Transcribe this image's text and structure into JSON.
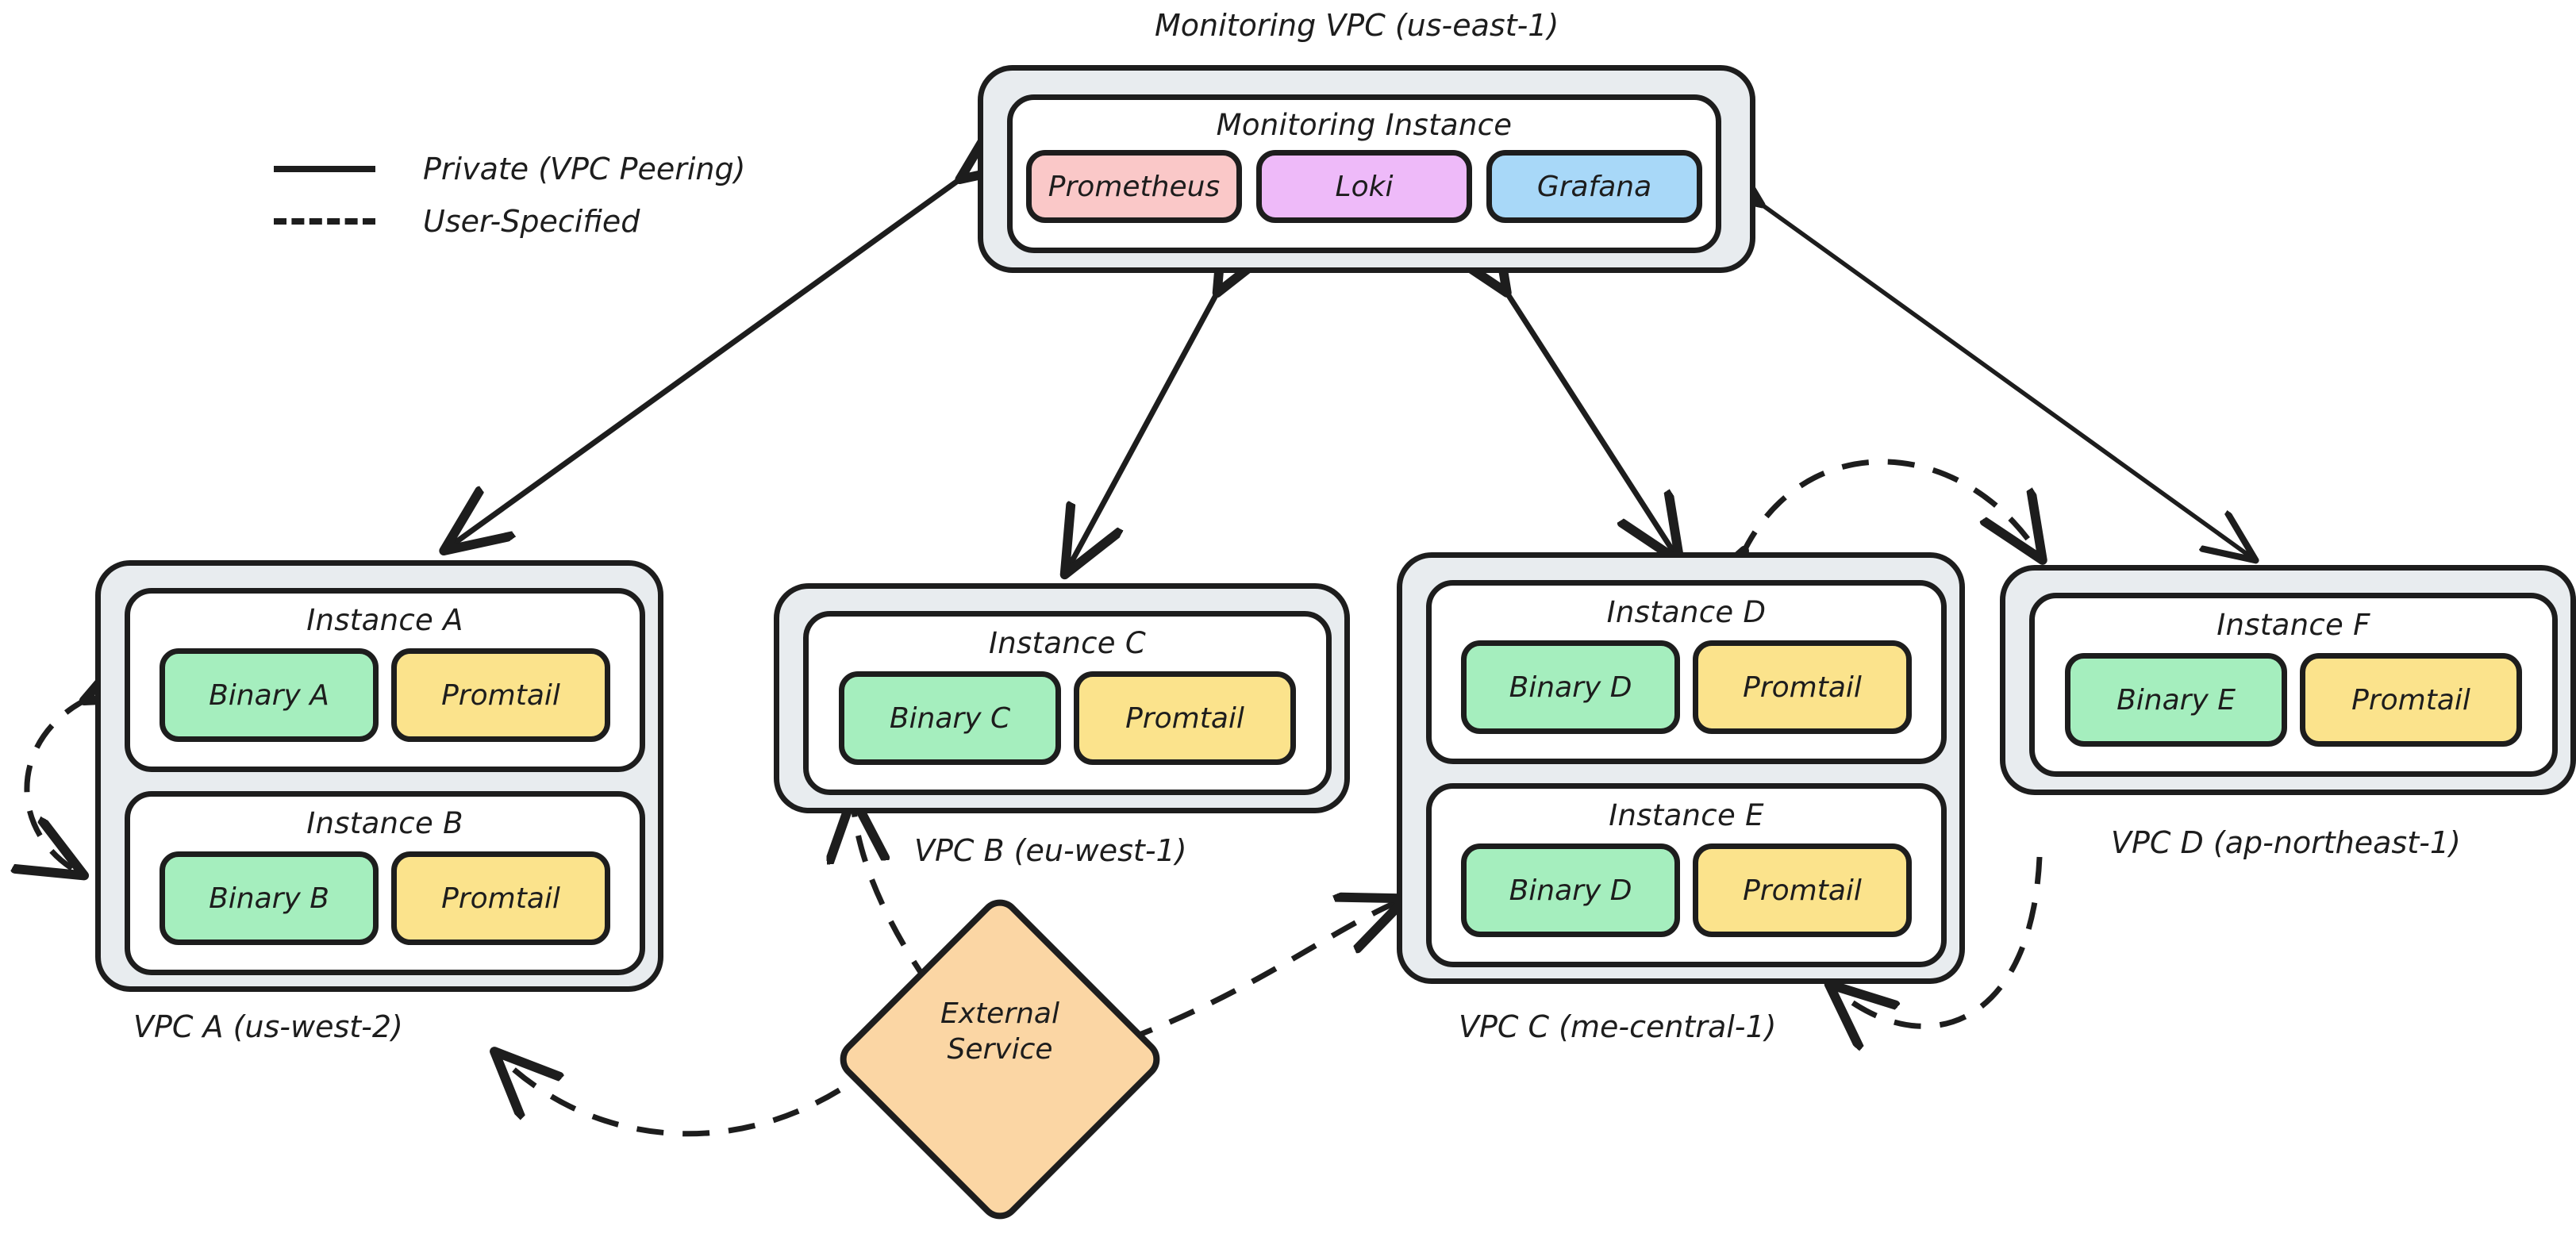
{
  "legend": {
    "items": [
      {
        "style": "solid",
        "label": "Private (VPC Peering)"
      },
      {
        "style": "dashed",
        "label": "User-Specified"
      }
    ]
  },
  "monitoring": {
    "vpc_label": "Monitoring VPC (us-east-1)",
    "instance_title": "Monitoring Instance",
    "services": [
      {
        "name": "Prometheus",
        "color": "#fac8c8"
      },
      {
        "name": "Loki",
        "color": "#eebaf9"
      },
      {
        "name": "Grafana",
        "color": "#a8d8f8"
      }
    ]
  },
  "vpcs": [
    {
      "id": "vpc-a",
      "label": "VPC A (us-west-2)",
      "instances": [
        {
          "title": "Instance A",
          "services": [
            {
              "name": "Binary A",
              "color": "#a5eebe"
            },
            {
              "name": "Promtail",
              "color": "#fbe38c"
            }
          ]
        },
        {
          "title": "Instance B",
          "services": [
            {
              "name": "Binary B",
              "color": "#a5eebe"
            },
            {
              "name": "Promtail",
              "color": "#fbe38c"
            }
          ]
        }
      ]
    },
    {
      "id": "vpc-b",
      "label": "VPC B (eu-west-1)",
      "instances": [
        {
          "title": "Instance C",
          "services": [
            {
              "name": "Binary C",
              "color": "#a5eebe"
            },
            {
              "name": "Promtail",
              "color": "#fbe38c"
            }
          ]
        }
      ]
    },
    {
      "id": "vpc-c",
      "label": "VPC C (me-central-1)",
      "instances": [
        {
          "title": "Instance D",
          "services": [
            {
              "name": "Binary D",
              "color": "#a5eebe"
            },
            {
              "name": "Promtail",
              "color": "#fbe38c"
            }
          ]
        },
        {
          "title": "Instance E",
          "services": [
            {
              "name": "Binary D",
              "color": "#a5eebe"
            },
            {
              "name": "Promtail",
              "color": "#fbe38c"
            }
          ]
        }
      ]
    },
    {
      "id": "vpc-d",
      "label": "VPC D (ap-northeast-1)",
      "instances": [
        {
          "title": "Instance F",
          "services": [
            {
              "name": "Binary E",
              "color": "#a5eebe"
            },
            {
              "name": "Promtail",
              "color": "#fbe38c"
            }
          ]
        }
      ]
    }
  ],
  "external": {
    "label_line1": "External",
    "label_line2": "Service",
    "color": "#fbd6a4"
  },
  "colors": {
    "stroke": "#1d1d1d",
    "vpc_fill": "#e8ecef",
    "instance_fill": "#ffffff",
    "binary": "#a5eebe",
    "promtail": "#fbe38c",
    "prometheus": "#fac8c8",
    "loki": "#eebaf9",
    "grafana": "#a8d8f8",
    "external": "#fbd6a4",
    "background": "#ffffff"
  },
  "connections": [
    {
      "from": "monitoring-vpc",
      "to": "vpc-a",
      "style": "solid",
      "arrows": "both"
    },
    {
      "from": "monitoring-vpc",
      "to": "vpc-b",
      "style": "solid",
      "arrows": "both"
    },
    {
      "from": "monitoring-vpc",
      "to": "vpc-c",
      "style": "solid",
      "arrows": "both"
    },
    {
      "from": "monitoring-vpc",
      "to": "vpc-d",
      "style": "solid",
      "arrows": "both"
    },
    {
      "from": "instance-a",
      "to": "instance-b",
      "style": "dashed",
      "arrows": "both"
    },
    {
      "from": "vpc-c",
      "to": "vpc-d",
      "style": "dashed",
      "arrows": "both"
    },
    {
      "from": "external-service",
      "to": "vpc-a",
      "style": "dashed",
      "arrows": "to"
    },
    {
      "from": "external-service",
      "to": "vpc-b",
      "style": "dashed",
      "arrows": "to"
    },
    {
      "from": "external-service",
      "to": "vpc-c",
      "style": "dashed",
      "arrows": "to"
    },
    {
      "from": "vpc-c",
      "to": "vpc-d",
      "style": "dashed",
      "arrows": "to"
    }
  ]
}
